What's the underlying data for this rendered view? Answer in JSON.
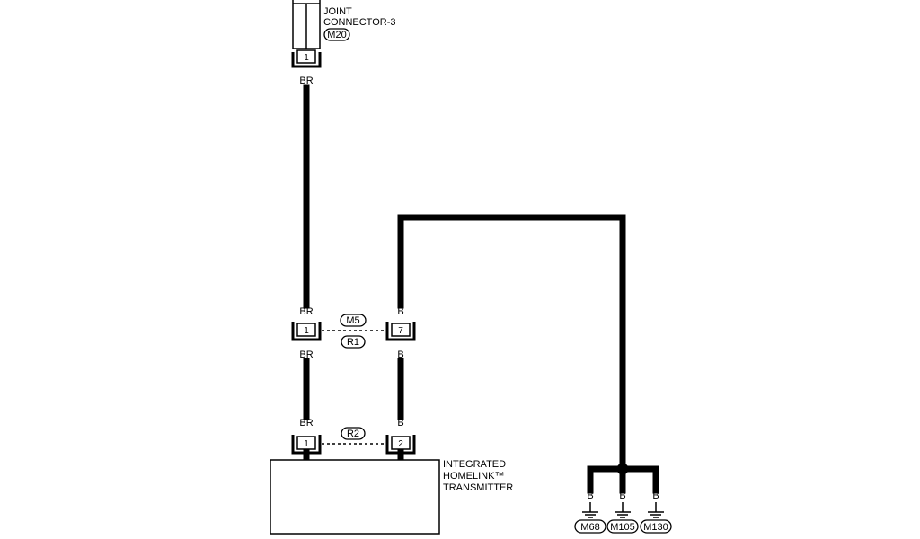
{
  "joint_connector": {
    "name_line1": "JOINT",
    "name_line2": "CONNECTOR-3",
    "connector_id": "M20",
    "pin": "1"
  },
  "left_circuit": {
    "wire_color_top": "BR",
    "wire_color_above_m5": "BR",
    "wire_color_below_m5": "BR",
    "wire_color_above_r2": "BR",
    "pin_m5": "1",
    "pin_r2": "1"
  },
  "right_circuit": {
    "wire_color_above_m5": "B",
    "wire_color_below_m5": "B",
    "wire_color_above_r2": "B",
    "pin_m5": "7",
    "pin_r2": "2"
  },
  "harness_connectors": {
    "upper": "M5",
    "lower_upper": "R1",
    "transmitter": "R2"
  },
  "component": {
    "line1": "INTEGRATED",
    "line2": "HOMELINK™",
    "line3": "TRANSMITTER"
  },
  "grounds": [
    {
      "wire_color": "B",
      "id": "M68"
    },
    {
      "wire_color": "B",
      "id": "M105"
    },
    {
      "wire_color": "B",
      "id": "M130"
    }
  ]
}
